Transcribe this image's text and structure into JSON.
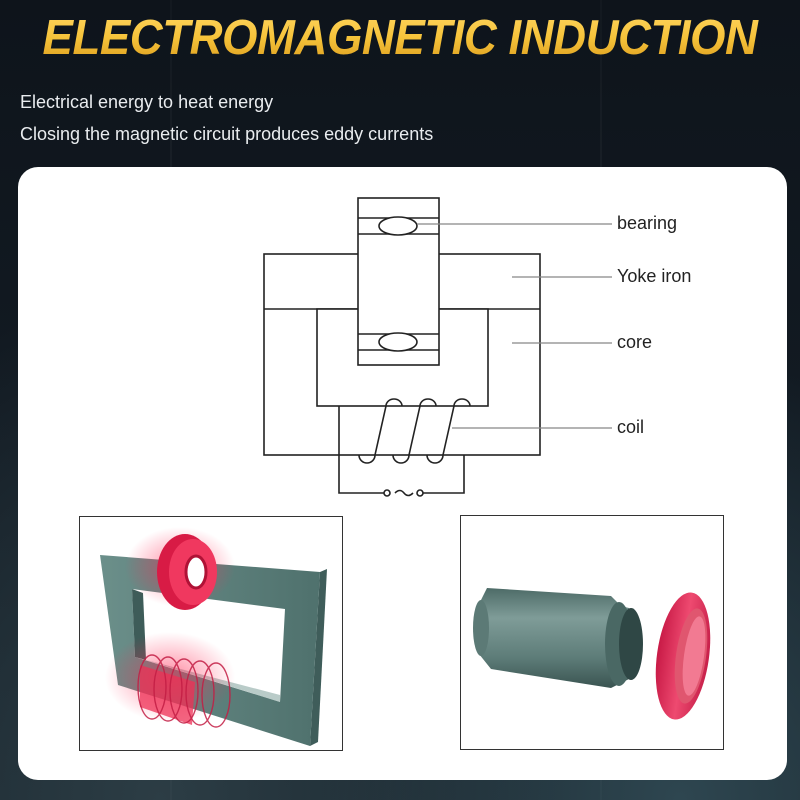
{
  "header": {
    "title": "ELECTROMAGNETIC INDUCTION",
    "subtitle_lines": [
      "Electrical energy to heat energy",
      "Closing the magnetic circuit produces eddy currents"
    ]
  },
  "diagram": {
    "labels": {
      "bearing": "bearing",
      "yoke_iron": "Yoke iron",
      "core": "core",
      "coil": "coil"
    },
    "power_symbol": "AC source (~)"
  },
  "photos": {
    "left": {
      "description": "Rectangular grey-green iron core with red ring bearing on top bar and red coil on bottom bar"
    },
    "right": {
      "description": "Grey-green cylindrical shaft beside a red bearing ring"
    }
  },
  "colors": {
    "title_gold": "#f4bd34",
    "background_dark": "#0e141b",
    "card_white": "#ffffff",
    "iron_green": "#5b7f7b",
    "heat_red": "#e0234a"
  }
}
